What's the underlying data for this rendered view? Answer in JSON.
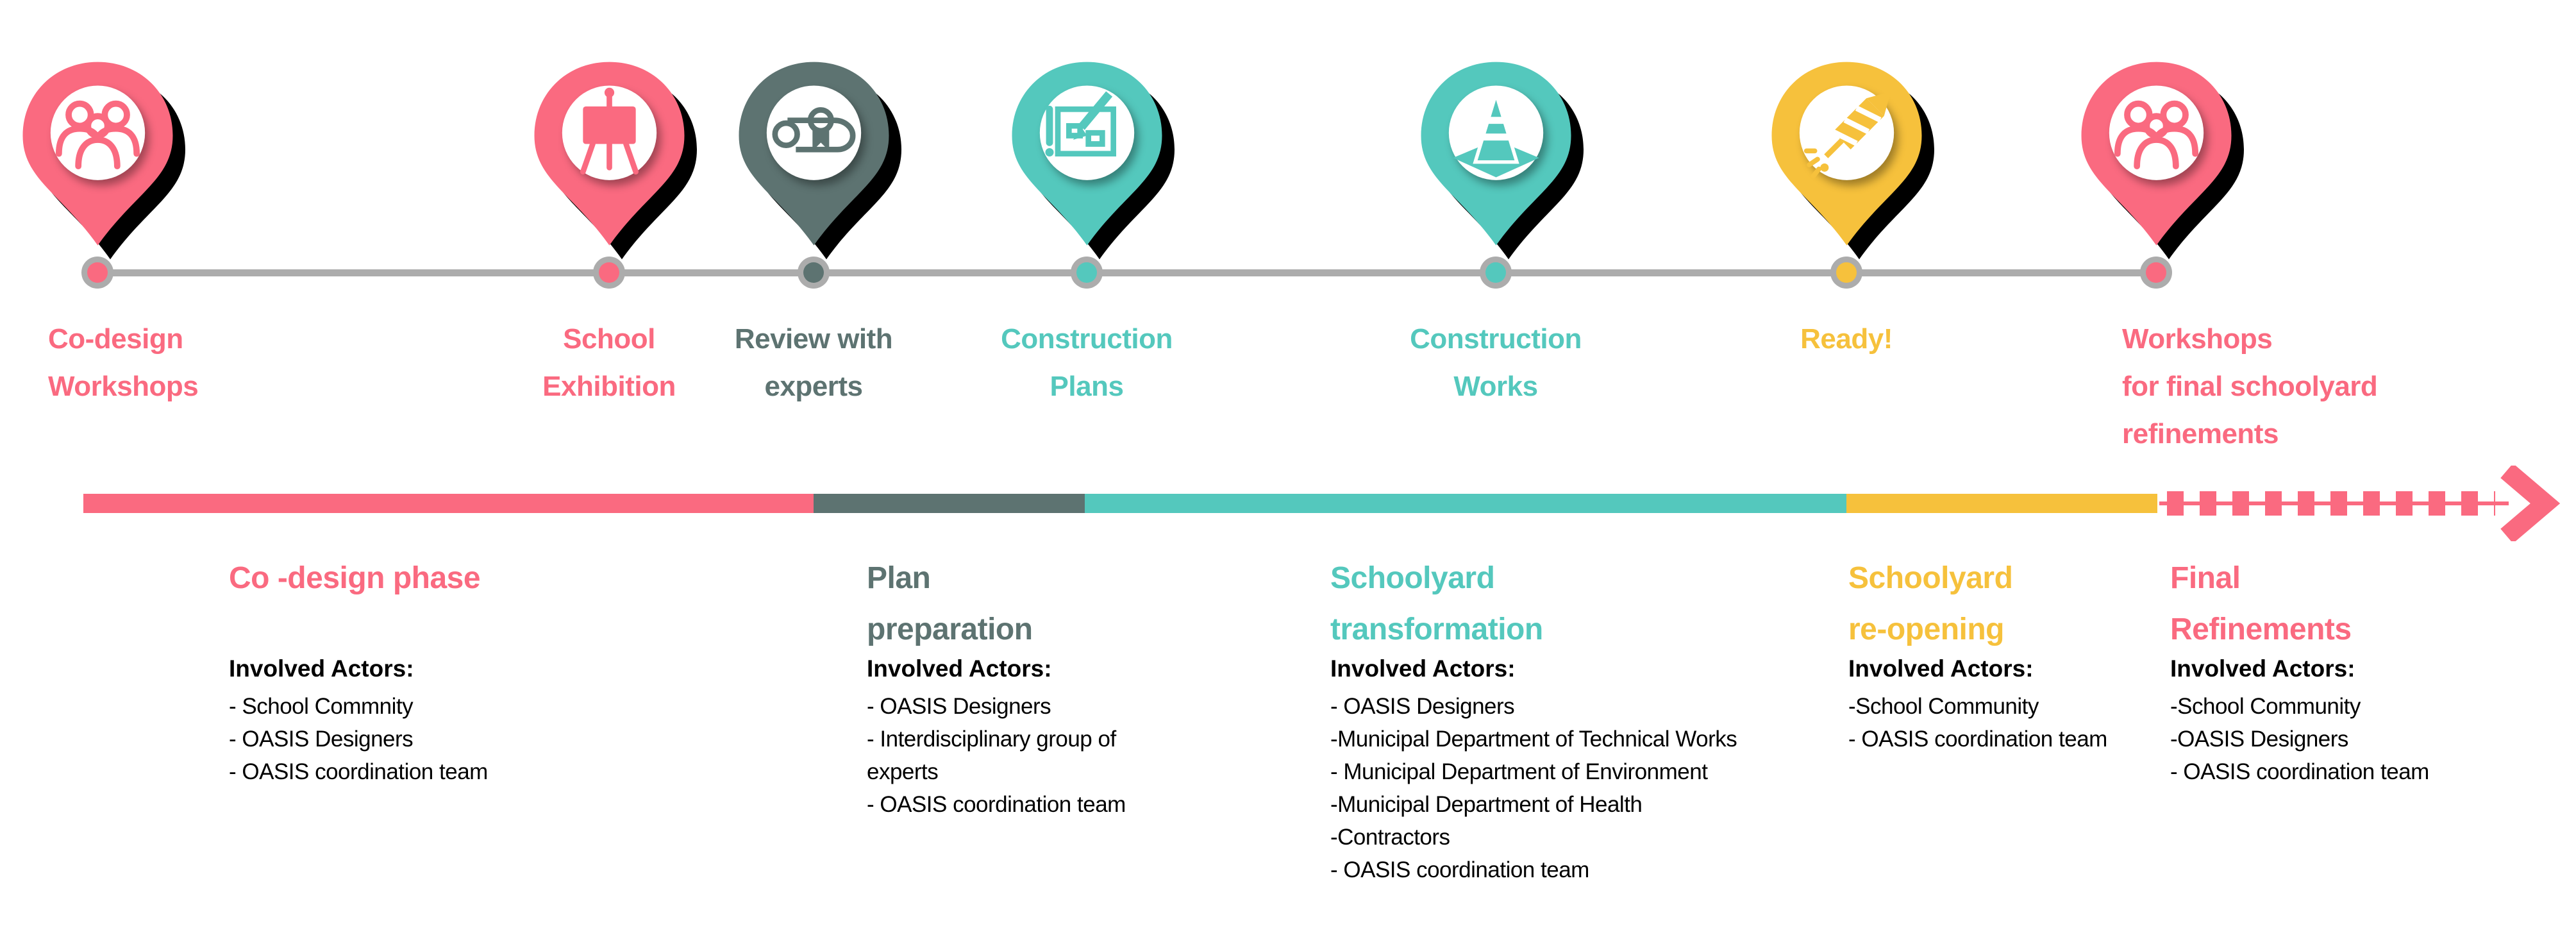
{
  "colors": {
    "pink": "#FA6A80",
    "slate": "#5D7371",
    "teal": "#54C8BD",
    "yellow": "#F6C13C",
    "gray": "#ACACAC",
    "shadow": "#000000",
    "text": "#000000"
  },
  "timeline": {
    "milestones": [
      {
        "label": "Co-design\nWorkshops",
        "icon": "people-group-icon",
        "color": "pink"
      },
      {
        "label": "School\nExhibition",
        "icon": "easel-icon",
        "color": "pink"
      },
      {
        "label": "Review with\nexperts",
        "icon": "diploma-icon",
        "color": "slate"
      },
      {
        "label": "Construction\nPlans",
        "icon": "blueprint-icon",
        "color": "teal"
      },
      {
        "label": "Construction\nWorks",
        "icon": "traffic-cone-icon",
        "color": "teal"
      },
      {
        "label": "Ready!",
        "icon": "firework-icon",
        "color": "yellow"
      },
      {
        "label": "Workshops\nfor final schoolyard\nrefinements",
        "icon": "people-group-icon",
        "color": "pink"
      }
    ]
  },
  "arrow_bar": {
    "segments": [
      {
        "phase": "co-design",
        "color": "pink"
      },
      {
        "phase": "plan-preparation",
        "color": "slate"
      },
      {
        "phase": "schoolyard-transformation",
        "color": "teal"
      },
      {
        "phase": "schoolyard-re-opening",
        "color": "yellow"
      },
      {
        "phase": "final-refinements-dashed",
        "color": "pink"
      }
    ]
  },
  "phases": [
    {
      "title": "Co -design phase",
      "color": "pink",
      "actors_heading": "Involved Actors:",
      "actors": [
        "- School Commnity",
        "- OASIS Designers",
        "- OASIS coordination team"
      ]
    },
    {
      "title": "Plan\npreparation",
      "color": "slate",
      "actors_heading": "Involved Actors:",
      "actors": [
        "- OASIS Designers",
        "- Interdisciplinary group of experts",
        "- OASIS coordination team"
      ]
    },
    {
      "title": "Schoolyard\ntransformation",
      "color": "teal",
      "actors_heading": "Involved Actors:",
      "actors": [
        "- OASIS Designers",
        "-Municipal Department of Technical Works",
        "- Municipal Department of Environment",
        "-Municipal Department of Health",
        "-Contractors",
        "- OASIS coordination team"
      ]
    },
    {
      "title": "Schoolyard\nre-opening",
      "color": "yellow",
      "actors_heading": "Involved Actors:",
      "actors": [
        "-School Community",
        "- OASIS coordination team"
      ]
    },
    {
      "title": "Final\nRefinements",
      "color": "pink",
      "actors_heading": "Involved Actors:",
      "actors": [
        "-School Community",
        "-OASIS Designers",
        "- OASIS coordination team"
      ]
    }
  ]
}
